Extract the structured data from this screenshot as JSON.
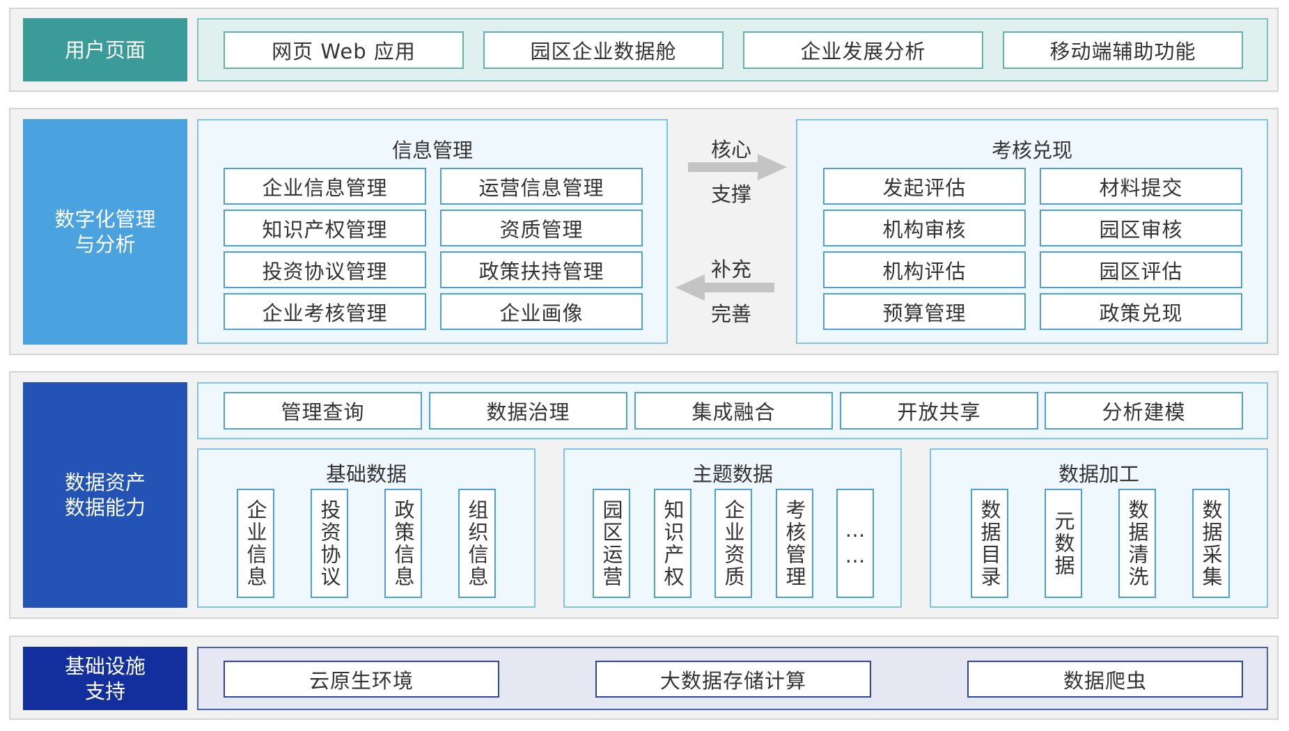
{
  "colors": {
    "user_label": "#3a9b98",
    "digital_label": "#4aa3df",
    "data_label": "#2353b5",
    "infra_label": "#132f9e",
    "arrow": "#c4c4c4"
  },
  "user_layer": {
    "label": "用户页面",
    "items": [
      "网页 Web 应用",
      "园区企业数据舱",
      "企业发展分析",
      "移动端辅助功能"
    ]
  },
  "digital_layer": {
    "label_line1": "数字化管理",
    "label_line2": "与分析",
    "info_panel": {
      "title": "信息管理",
      "items": [
        "企业信息管理",
        "运营信息管理",
        "知识产权管理",
        "资质管理",
        "投资协议管理",
        "政策扶持管理",
        "企业考核管理",
        "企业画像"
      ]
    },
    "arrow_right": {
      "line1": "核心",
      "line2": "支撑"
    },
    "arrow_left": {
      "line1": "补充",
      "line2": "完善"
    },
    "assess_panel": {
      "title": "考核兑现",
      "items": [
        "发起评估",
        "材料提交",
        "机构审核",
        "园区审核",
        "机构评估",
        "园区评估",
        "预算管理",
        "政策兑现"
      ]
    }
  },
  "data_layer": {
    "label_line1": "数据资产",
    "label_line2": "数据能力",
    "capabilities": [
      "管理查询",
      "数据治理",
      "集成融合",
      "开放共享",
      "分析建模"
    ],
    "basic": {
      "title": "基础数据",
      "items": [
        "企业信息",
        "投资协议",
        "政策信息",
        "组织信息"
      ]
    },
    "topic": {
      "title": "主题数据",
      "items": [
        "园区运营",
        "知识产权",
        "企业资质",
        "考核管理",
        "……"
      ]
    },
    "process": {
      "title": "数据加工",
      "items": [
        "数据目录",
        "元数据",
        "数据清洗",
        "数据采集"
      ]
    }
  },
  "infra_layer": {
    "label_line1": "基础设施",
    "label_line2": "支持",
    "items": [
      "云原生环境",
      "大数据存储计算",
      "数据爬虫"
    ]
  }
}
